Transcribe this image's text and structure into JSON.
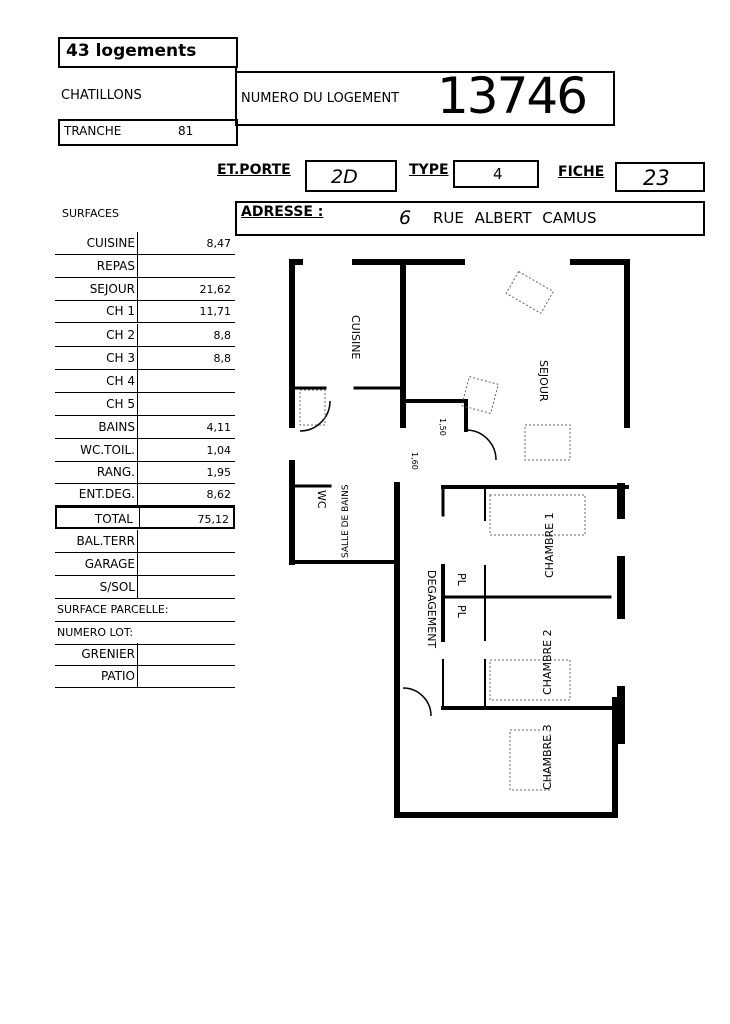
{
  "header": {
    "logements": "43 logements",
    "site": "CHATILLONS",
    "tranche_label": "TRANCHE",
    "tranche_value": "81",
    "numero_label": "NUMERO DU LOGEMENT",
    "numero_value": "13746"
  },
  "fields": {
    "etporte_label": "ET.PORTE",
    "etporte_value": "2D",
    "type_label": "TYPE",
    "type_value": "4",
    "fiche_label": "FICHE",
    "fiche_value": "23",
    "adresse_label": "ADRESSE :",
    "adresse_number": "6",
    "adresse_street": "RUE ALBERT CAMUS"
  },
  "surfaces": {
    "title": "SURFACES",
    "rows": [
      {
        "label": "CUISINE",
        "value": "8,47"
      },
      {
        "label": "REPAS",
        "value": ""
      },
      {
        "label": "SEJOUR",
        "value": "21,62"
      },
      {
        "label": "CH 1",
        "value": "11,71"
      },
      {
        "label": "CH 2",
        "value": "8,8"
      },
      {
        "label": "CH 3",
        "value": "8,8"
      },
      {
        "label": "CH 4",
        "value": ""
      },
      {
        "label": "CH 5",
        "value": ""
      },
      {
        "label": "BAINS",
        "value": "4,11"
      },
      {
        "label": "WC.TOIL.",
        "value": "1,04"
      },
      {
        "label": "RANG.",
        "value": "1,95"
      },
      {
        "label": "ENT.DEG.",
        "value": "8,62"
      },
      {
        "label": "TOTAL",
        "value": "75,12"
      },
      {
        "label": "BAL.TERR",
        "value": ""
      },
      {
        "label": "GARAGE",
        "value": ""
      },
      {
        "label": "S/SOL",
        "value": ""
      }
    ],
    "surface_parcelle": "SURFACE PARCELLE:",
    "numero_lot": "NUMERO LOT:",
    "extra_rows": [
      {
        "label": "GRENIER",
        "value": ""
      },
      {
        "label": "PATIO",
        "value": ""
      }
    ]
  },
  "plan": {
    "cuisine": "CUISINE",
    "sejour": "SEJOUR",
    "wc": "WC",
    "salle_de_bains": "SALLE DE BAINS",
    "degagement": "DEGAGEMENT",
    "chambre1": "CHAMBRE 1",
    "chambre2": "CHAMBRE 2",
    "chambre3": "CHAMBRE 3",
    "pl1": "PL",
    "pl2": "PL",
    "dim1": "1,50",
    "dim2": "1,60"
  }
}
